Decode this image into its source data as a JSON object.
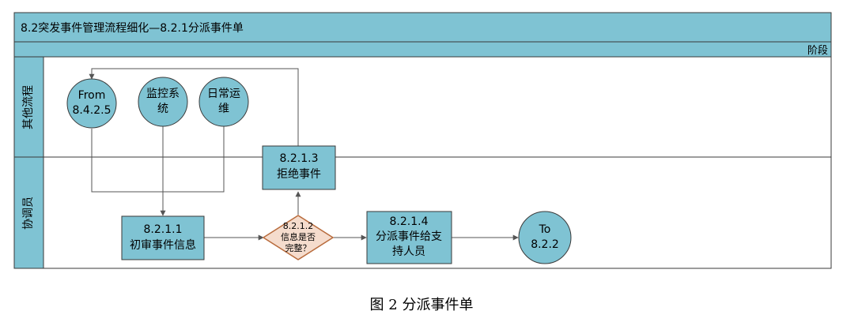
{
  "header": {
    "title": "8.2突发事件管理流程细化—8.2.1分派事件单",
    "phase_label": "阶段"
  },
  "lanes": {
    "other": "其他流程",
    "coordinator": "协调员"
  },
  "nodes": {
    "from": {
      "line1": "From",
      "line2": "8.4.2.5"
    },
    "monitor": {
      "line1": "监控系",
      "line2": "统"
    },
    "ops": {
      "line1": "日常运",
      "line2": "维"
    },
    "reject": {
      "line1": "8.2.1.3",
      "line2": "拒绝事件"
    },
    "review": {
      "line1": "8.2.1.1",
      "line2": "初审事件信息"
    },
    "check": {
      "line1": "8.2.1.2",
      "line2": "信息是否",
      "line3": "完整？"
    },
    "assign": {
      "line1": "8.2.1.4",
      "line2": "分派事件给支",
      "line3": "持人员"
    },
    "to": {
      "line1": "To",
      "line2": "8.2.2"
    }
  },
  "caption": "图 2 分派事件单",
  "colors": {
    "fill": "#7fc3d3",
    "stroke": "#3a3a3a",
    "line": "#555555"
  }
}
